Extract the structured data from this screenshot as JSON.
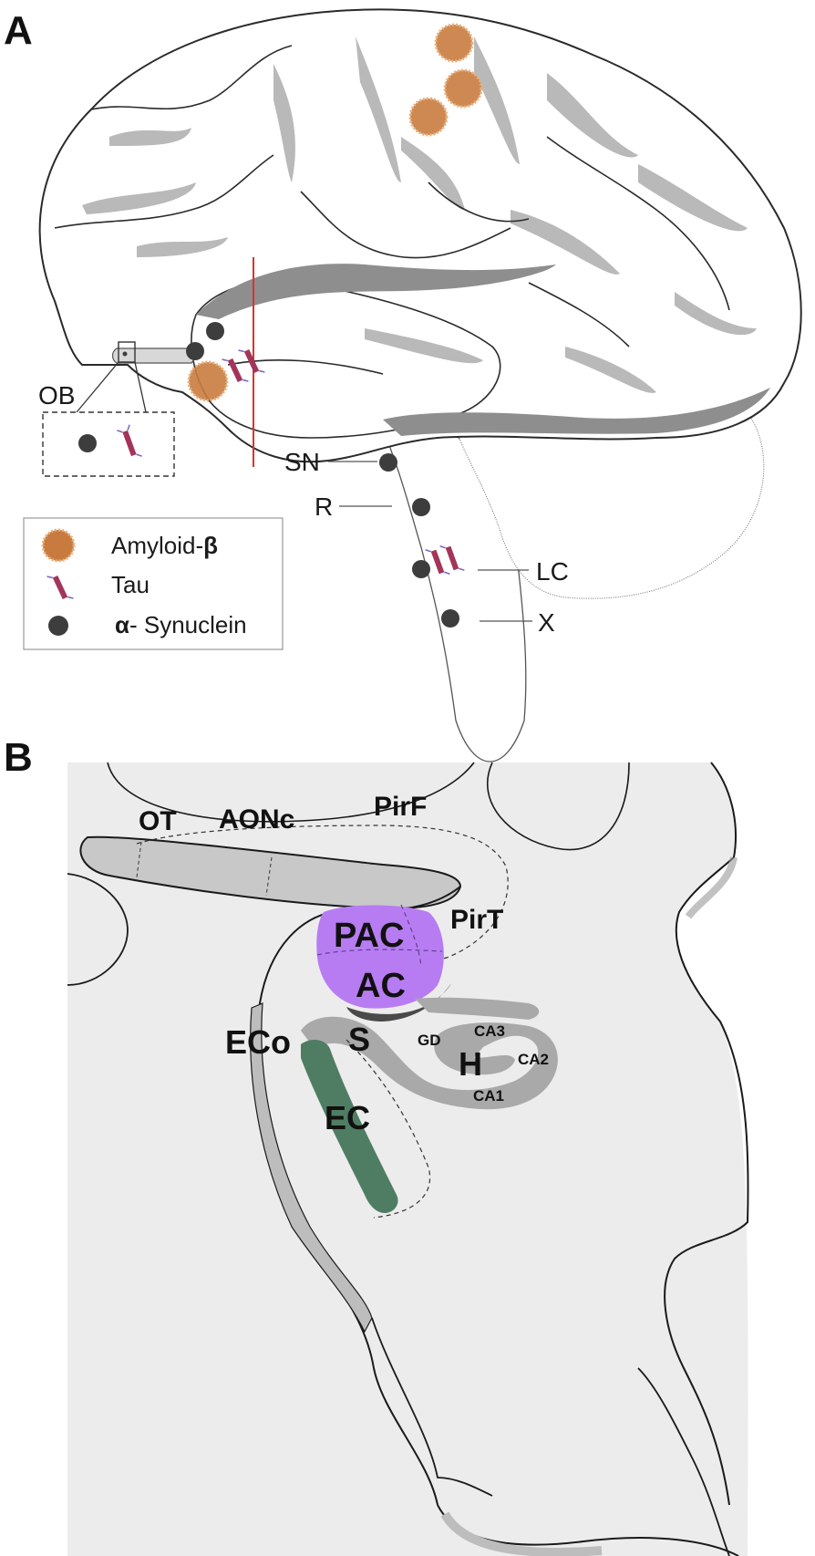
{
  "panels": {
    "a": {
      "letter": "A"
    },
    "b": {
      "letter": "B"
    }
  },
  "panel_a": {
    "labels": {
      "ob": "OB",
      "sn": "SN",
      "r": "R",
      "lc": "LC",
      "x": "X"
    },
    "legend": {
      "amyloid": "Amyloid-",
      "amyloid_symbol": "β",
      "tau": "Tau",
      "synuclein_symbol": "α",
      "synuclein": "- Synuclein"
    },
    "colors": {
      "amyloid": "#c97b3f",
      "tau": "#a3345a",
      "synuclein": "#3d3d3d",
      "cut_line": "#d9342b"
    }
  },
  "panel_b": {
    "labels": {
      "ot": "OT",
      "aonc": "AONc",
      "pirf": "PirF",
      "pirt": "PirT",
      "pac": "PAC",
      "ac": "AC",
      "eco": "ECo",
      "s": "S",
      "ec": "EC",
      "gd": "GD",
      "h": "H",
      "ca1": "CA1",
      "ca2": "CA2",
      "ca3": "CA3"
    },
    "colors": {
      "background": "#ececec",
      "olfactory": "#c8c8c8",
      "amygdala": "#b77cf2",
      "entorhinal": "#4f7d63",
      "hippocampus": "#a9a9a9"
    }
  }
}
